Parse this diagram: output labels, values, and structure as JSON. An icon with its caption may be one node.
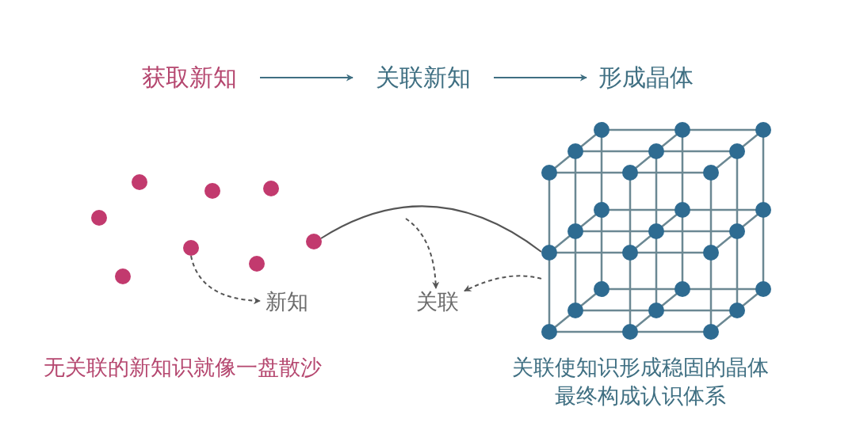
{
  "diagram": {
    "nodes": [
      {
        "text": [
          "获取新知"
        ]
      },
      {
        "text": [
          "关联新知"
        ]
      },
      {
        "text": [
          "形成晶体"
        ]
      },
      {
        "text": [],
        "shape": "circle"
      },
      {
        "text": [],
        "shape": "circle"
      },
      {
        "text": [],
        "shape": "circle"
      },
      {
        "text": [],
        "shape": "circle"
      },
      {
        "text": [],
        "shape": "circle"
      },
      {
        "text": [],
        "shape": "circle"
      },
      {
        "text": [],
        "shape": "circle"
      },
      {
        "text": [],
        "shape": "circle"
      },
      {
        "text": [
          "新知"
        ]
      },
      {
        "text": [
          "关联"
        ]
      },
      {
        "text": [],
        "shape": "cube",
        "beside": [
          "关联使知识形成稳固的晶体最终构成认识体系"
        ]
      }
    ],
    "edges": [
      {
        "from": 0,
        "to": 1,
        "arrow": "to",
        "color": "#3f6f82"
      },
      {
        "from": 1,
        "to": 2,
        "arrow": "to",
        "color": "#3f6f82"
      },
      {
        "from": 6,
        "to": 11,
        "arrow": "to",
        "style": "dashed"
      },
      {
        "from": 10,
        "to": 13,
        "arrow": "none"
      },
      {
        "from": null,
        "to": 12,
        "arrow": "to",
        "style": "dashed"
      },
      {
        "from": 13,
        "to": 12,
        "arrow": "to",
        "style": "dashed"
      }
    ],
    "labels": [
      "无关联的新知识就像一盘散沙"
    ]
  }
}
